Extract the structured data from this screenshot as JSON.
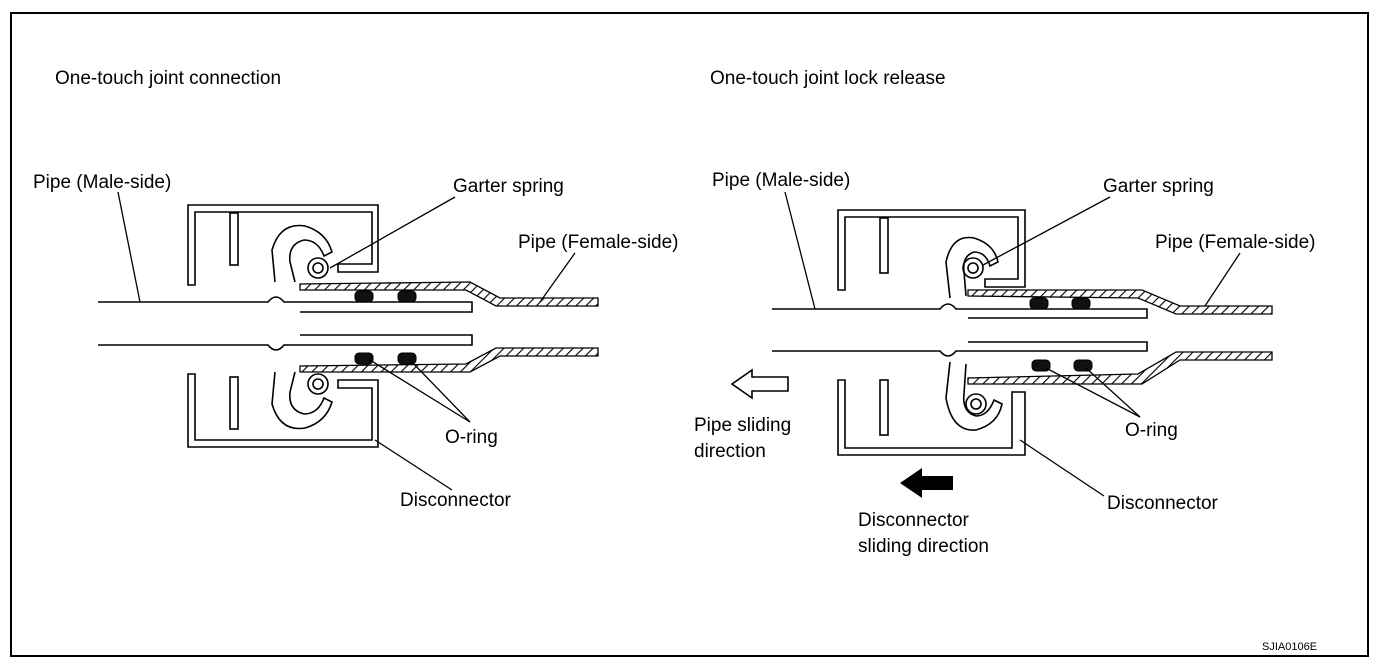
{
  "left_panel": {
    "title": "One-touch joint connection",
    "labels": {
      "pipe_male": "Pipe (Male-side)",
      "garter_spring": "Garter spring",
      "pipe_female": "Pipe (Female-side)",
      "o_ring": "O-ring",
      "disconnector": "Disconnector"
    }
  },
  "right_panel": {
    "title": "One-touch joint lock release",
    "labels": {
      "pipe_male": "Pipe (Male-side)",
      "garter_spring": "Garter spring",
      "pipe_female": "Pipe (Female-side)",
      "o_ring": "O-ring",
      "disconnector": "Disconnector",
      "pipe_sliding_line1": "Pipe sliding",
      "pipe_sliding_line2": "direction",
      "disconnector_sliding_line1": "Disconnector",
      "disconnector_sliding_line2": "sliding direction"
    }
  },
  "figure_code": "SJIA0106E"
}
